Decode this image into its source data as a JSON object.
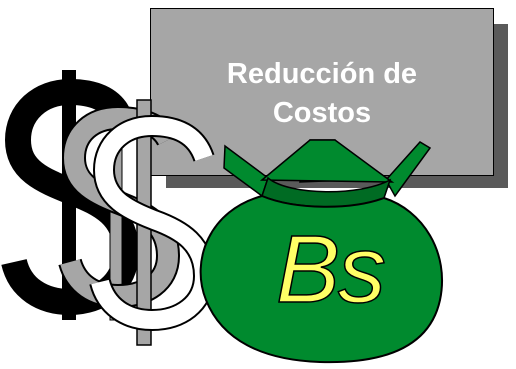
{
  "title": {
    "line1": "Reducción de",
    "line2": "Costos"
  },
  "bag": {
    "label": "Bs"
  },
  "symbols": {
    "dollar": "$"
  },
  "colors": {
    "title_box": "#a6a6a6",
    "title_box_shadow": "#5a5a5a",
    "title_text": "#ffffff",
    "bag_fill": "#008a2e",
    "bag_label": "#ffff66",
    "dollar_black": "#000000",
    "dollar_gray": "#a6a6a6"
  },
  "icons": [
    "dollar-sign-black-icon",
    "dollar-sign-gray-icon",
    "dollar-sign-outline-icon",
    "money-bag-icon"
  ]
}
